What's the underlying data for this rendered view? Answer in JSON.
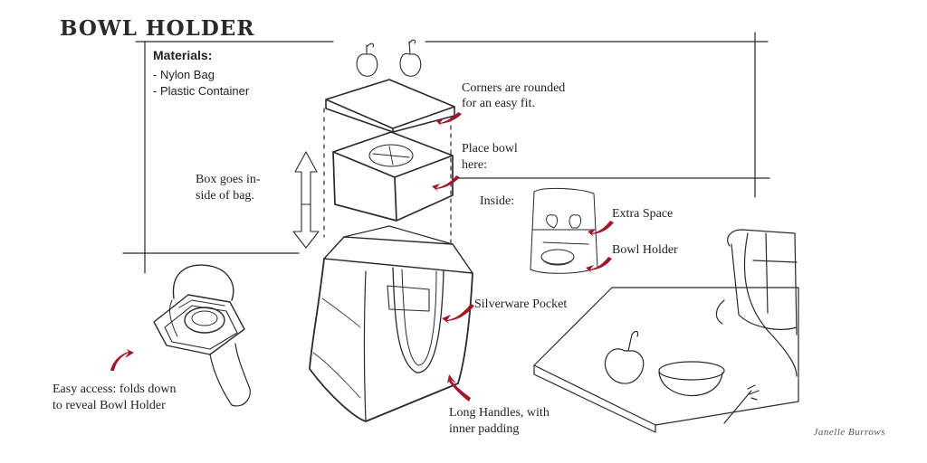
{
  "title": "BOWL HOLDER",
  "materials": {
    "heading": "Materials:",
    "items": [
      "- Nylon Bag",
      "- Plastic Container"
    ]
  },
  "annotations": {
    "corners": [
      "Corners are rounded",
      "for an easy fit."
    ],
    "place_bowl": [
      "Place bowl",
      "here:"
    ],
    "box_goes": [
      "Box goes in-",
      "side of bag."
    ],
    "inside": "Inside:",
    "extra_space": "Extra Space",
    "bowl_holder": "Bowl Holder",
    "silverware": "Silverware Pocket",
    "easy_access": [
      "Easy access: folds down",
      "to reveal Bowl Holder"
    ],
    "long_handles": [
      "Long Handles, with",
      "inner padding"
    ]
  },
  "signature": "Janelle Burrows",
  "colors": {
    "ink": "#2a2a2a",
    "arrow": "#a3162a",
    "paper": "#ffffff"
  }
}
